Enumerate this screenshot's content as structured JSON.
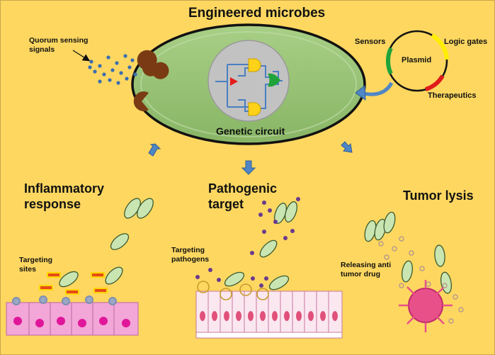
{
  "title": "Engineered microbes",
  "quorum": {
    "line1": "Quorum sensing",
    "line2": "signals"
  },
  "circuit_label": "Genetic circuit",
  "plasmid": {
    "center": "Plasmid",
    "sensors": "Sensors",
    "logic_gates": "Logic gates",
    "therapeutics": "Therapeutics"
  },
  "sections": {
    "inflammatory": {
      "line1": "Inflammatory",
      "line2": "response"
    },
    "pathogenic": {
      "line1": "Pathogenic",
      "line2": "target"
    },
    "tumor": {
      "line1": "Tumor lysis"
    }
  },
  "annotations": {
    "targeting_sites": {
      "line1": "Targeting",
      "line2": "sites"
    },
    "targeting_pathogens": {
      "line1": "Targeting",
      "line2": "pathogens"
    },
    "releasing_drug": {
      "line1": "Releasing anti",
      "line2": "tumor drug"
    }
  },
  "colors": {
    "background": "#fdd760",
    "cell_body": "#95c072",
    "cell_border": "#111111",
    "nucleoid": "#c0c0c0",
    "arrow": "#4f86c6",
    "receptor": "#7a3b14",
    "gate_and": "#ffd21a",
    "gate_or": "#1fa33a",
    "promoter": "#e51b1b",
    "plasmid_sensor": "#1fa33a",
    "plasmid_logic": "#ffee00",
    "plasmid_therapeutic": "#e01b1b",
    "bacterium": "#c9e6b2",
    "epithelium_pink": "#f3a6d8",
    "tumor": "#e8508a"
  }
}
